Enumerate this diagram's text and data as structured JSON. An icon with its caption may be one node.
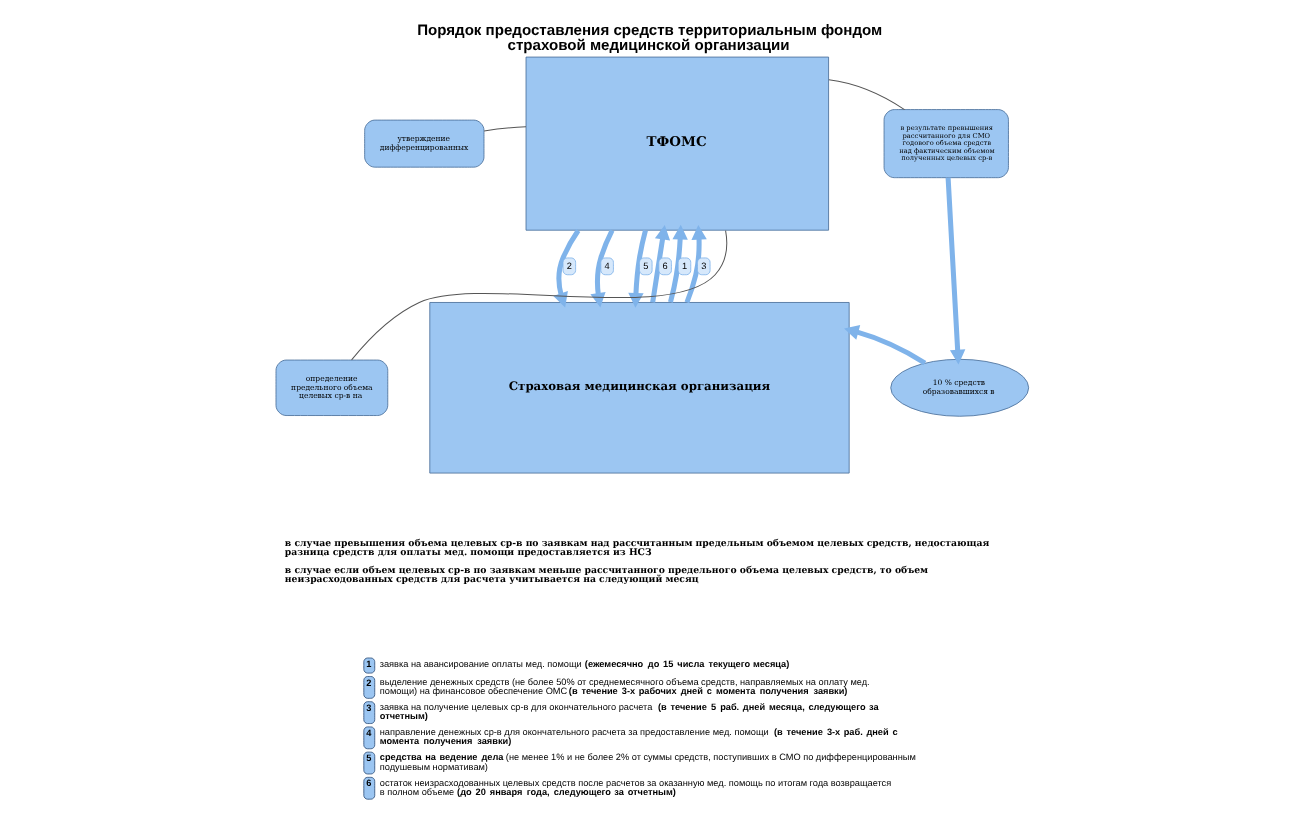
{
  "diagram": {
    "title": "Порядок предоставления средств территориальным фондом страховой медицинской организации",
    "nodes": [
      {
        "text": [
          "ТФОМС"
        ]
      },
      {
        "text": [
          "Страховая медицинская организация"
        ]
      },
      {
        "text": [
          "утверждение дифференцированных"
        ]
      },
      {
        "text": [
          "определение предельного объема целевых ср-в на"
        ]
      },
      {
        "text": [
          "в результате превышения рассчитанного для СМО годового объема средств над фактическим объемом полученных целевых ср-в"
        ]
      },
      {
        "text": [
          "10 % средств образовавшихся в"
        ]
      }
    ],
    "edges": [
      {
        "from": 1,
        "to": 0,
        "arrow": "to",
        "label": "6"
      },
      {
        "from": 1,
        "to": 0,
        "arrow": "to",
        "label": "1"
      },
      {
        "from": 0,
        "to": 1,
        "arrow": "to",
        "label": "2"
      },
      {
        "from": 1,
        "to": 0,
        "arrow": "to",
        "label": "3"
      },
      {
        "from": 0,
        "to": 1,
        "arrow": "to",
        "label": "4"
      },
      {
        "from": 0,
        "to": 1,
        "arrow": "to",
        "label": "5"
      },
      {
        "from": 2,
        "to": 0,
        "arrow": "none",
        "color": "#555555"
      },
      {
        "from": 3,
        "to": 0,
        "arrow": "none",
        "color": "#555555"
      },
      {
        "from": 4,
        "to": 0,
        "arrow": "none",
        "color": "#555555"
      },
      {
        "from": 4,
        "to": 5,
        "arrow": "to"
      },
      {
        "from": 5,
        "to": 1,
        "arrow": "to"
      }
    ],
    "labels": [
      "в случае превышения объема целевых ср-в по заявкам над рассчитанным предельным объемом целевых средств, недостающая разница средств для оплаты мед. помощи предоставляется из НСЗ",
      "в случае если объем целевых ср-в по заявкам меньше рассчитанного предельного объема целевых средств, то объем неизрасходованных средств для расчета учитывается на следующий месяц",
      "1",
      "заявка на авансирование оплаты мед. помощи **(ежемесячно до 15 числа текущего месяца)**",
      "2",
      "выделение денежных средств (не более 50% от среднемесячного объема средств, направляемых на оплату мед. помощи) на финансовое обеспечение ОМС **(в течение 3-х рабочих дней с момента получения заявки)**",
      "3",
      "заявка на получение целевых ср-в для окончательного расчета **(в течение 5 раб. дней месяца, следующего за отчетным)**",
      "4",
      "направление денежных ср-в для окончательного расчета за предоставление мед. помощи **(в течение 3-х раб. дней с момента получения заявки)**",
      "5",
      "**средства на ведение дела** (не менее 1% и не более 2% от суммы средств, поступивших в СМО по дифференцированным подушевым нормативам)",
      "6",
      "остаток неизрасходованных целевых средств после расчетов за оказанную мед. помощь по итогам года возвращается в полном объеме **(до 20 января года, следующего за отчетным)**"
    ]
  }
}
